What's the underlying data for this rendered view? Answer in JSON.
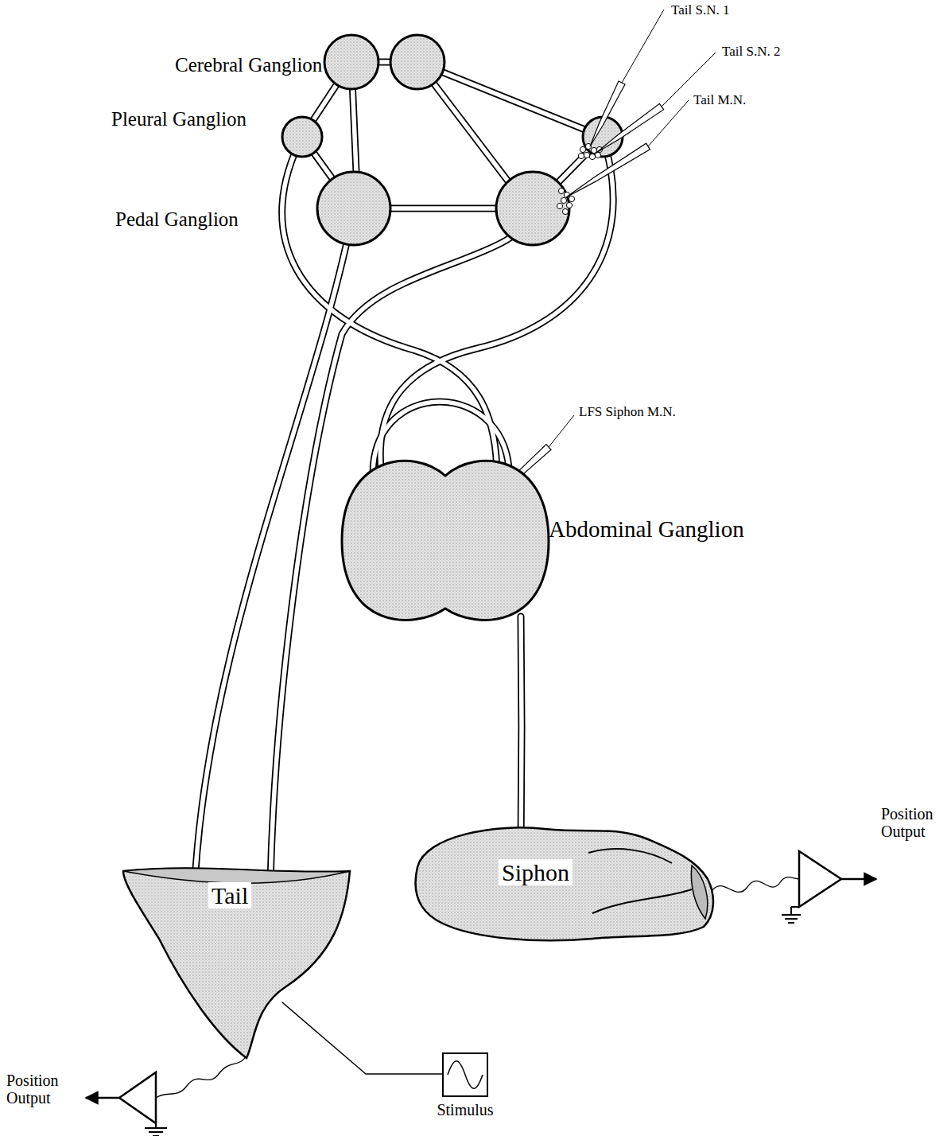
{
  "diagram": {
    "nodes": [
      {
        "text": [
          "Tail"
        ]
      },
      {
        "text": [
          "Siphon"
        ]
      },
      {
        "text": [
          "Abdominal Ganglion"
        ]
      },
      {
        "text": [
          "Stimulus"
        ]
      }
    ],
    "edges": [
      {
        "from": 2,
        "to": 1,
        "arrow": "none"
      },
      {
        "from": 3,
        "to": 0,
        "arrow": "none"
      }
    ],
    "labels": [
      "Cerebral Ganglion",
      "Pleural Ganglion",
      "Pedal Ganglion",
      "Tail S.N. 1",
      "Tail S.N. 2",
      "Tail M.N.",
      "LFS Siphon M.N.",
      "Position Output",
      "Position Output"
    ]
  }
}
